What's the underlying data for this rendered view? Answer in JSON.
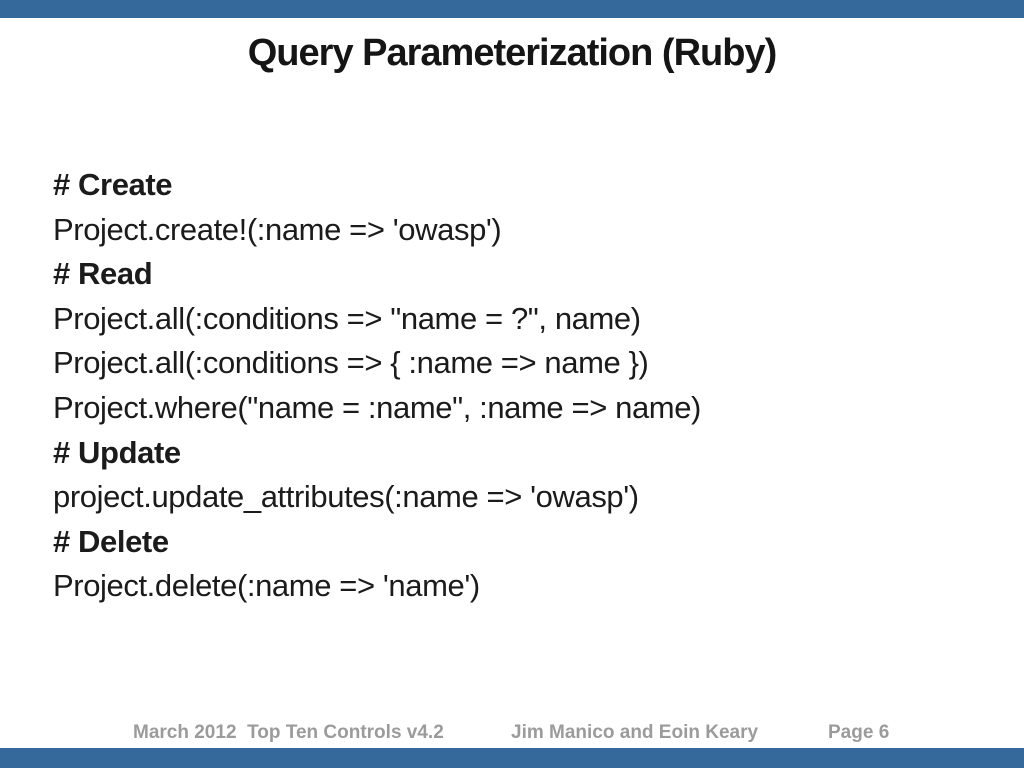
{
  "slide": {
    "title": "Query Parameterization (Ruby)",
    "accent_color": "#35689B",
    "text_color": "#1b1b1b",
    "footer_color": "#9b9b9b"
  },
  "code": {
    "lines": [
      {
        "text": "# Create",
        "bold": true
      },
      {
        "text": "Project.create!(:name => 'owasp')",
        "bold": false
      },
      {
        "text": "# Read",
        "bold": true
      },
      {
        "text": "Project.all(:conditions => \"name = ?\", name)",
        "bold": false
      },
      {
        "text": "Project.all(:conditions => { :name => name })",
        "bold": false
      },
      {
        "text": "Project.where(\"name = :name\", :name => name)",
        "bold": false
      },
      {
        "text": "# Update",
        "bold": true
      },
      {
        "text": "project.update_attributes(:name => 'owasp')",
        "bold": false
      },
      {
        "text": "# Delete",
        "bold": true
      },
      {
        "text": "Project.delete(:name => 'name')",
        "bold": false
      }
    ]
  },
  "footer": {
    "left": "March 2012  Top Ten Controls v4.2",
    "center": "Jim Manico and Eoin Keary",
    "right": "Page 6"
  }
}
